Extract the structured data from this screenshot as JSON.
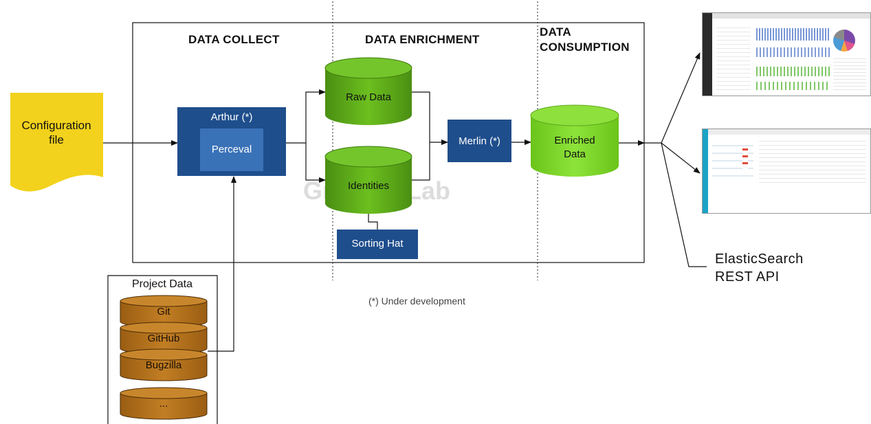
{
  "watermark": "GrimoireLab",
  "sections": {
    "collect": "DATA COLLECT",
    "enrichment": "DATA ENRICHMENT",
    "consumption_line1": "DATA",
    "consumption_line2": "CONSUMPTION"
  },
  "config_file": {
    "line1": "Configuration",
    "line2": "file"
  },
  "arthur": {
    "title": "Arthur (*)",
    "inner": "Perceval"
  },
  "raw_data": "Raw Data",
  "identities": "Identities",
  "sorting_hat": "Sorting Hat",
  "merlin": "Merlin (*)",
  "enriched": {
    "line1": "Enriched",
    "line2": "Data"
  },
  "project_data": {
    "title": "Project Data",
    "sources": [
      "Git",
      "GitHub",
      "Bugzilla",
      "..."
    ]
  },
  "footnote": "(*) Under development",
  "api": {
    "line1": "ElasticSearch",
    "line2": "REST API"
  },
  "colors": {
    "yellow": "#f2d21c",
    "navy": "#1f4e8c",
    "navy_inner": "#3a72b8",
    "green": "#5aa51f",
    "green_top": "#6cc02a",
    "light_green": "#7ed321",
    "brown": "#b7741d"
  }
}
